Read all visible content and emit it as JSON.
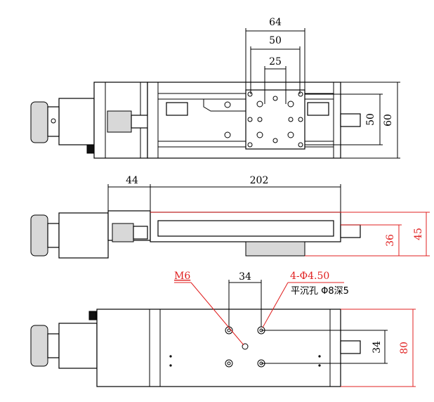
{
  "top_view": {
    "dim_outer_width": "64",
    "dim_mid_width": "50",
    "dim_inner_width": "25",
    "dim_right_inner": "50",
    "dim_right_outer": "60"
  },
  "side_view": {
    "dim_motor": "44",
    "dim_length": "202",
    "dim_height_inner": "36",
    "dim_height_outer": "45"
  },
  "bottom_view": {
    "label_thread": "M6",
    "dim_hole_spacing": "34",
    "label_holes": "4-Φ4.50",
    "label_counterbore": "平沉孔 Φ8深5",
    "dim_right_inner": "34",
    "dim_right_outer": "80"
  },
  "colors": {
    "line": "#000000",
    "annotation": "#e02020"
  }
}
